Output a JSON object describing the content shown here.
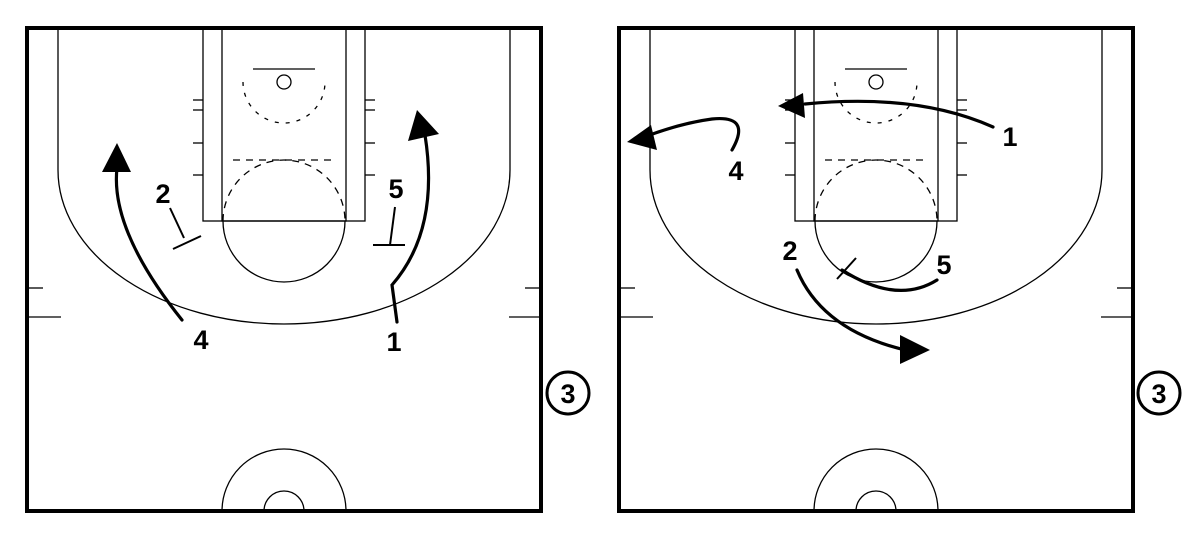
{
  "diagrams": [
    {
      "players": [
        {
          "label": "2"
        },
        {
          "label": "5"
        },
        {
          "label": "4"
        },
        {
          "label": "1"
        },
        {
          "label": "3"
        }
      ]
    },
    {
      "players": [
        {
          "label": "1"
        },
        {
          "label": "4"
        },
        {
          "label": "2"
        },
        {
          "label": "5"
        },
        {
          "label": "3"
        }
      ]
    }
  ],
  "colors": {
    "ink": "#000000",
    "background": "#ffffff"
  }
}
